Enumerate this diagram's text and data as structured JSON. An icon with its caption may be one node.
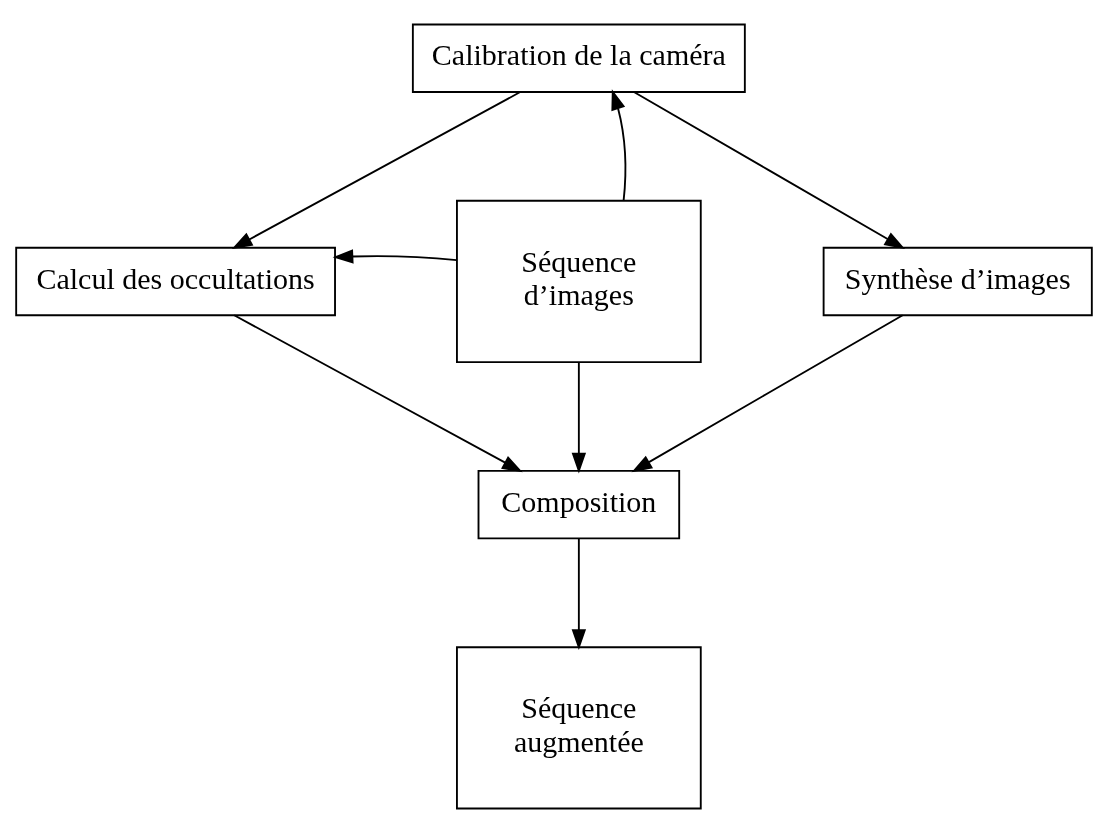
{
  "diagram": {
    "nodes": [
      {
        "text": [
          "Calibration de la caméra"
        ]
      },
      {
        "text": [
          "Calcul des occultations"
        ]
      },
      {
        "text": [
          "Séquence d’images"
        ]
      },
      {
        "text": [
          "Synthèse d’images"
        ]
      },
      {
        "text": [
          "Composition"
        ]
      },
      {
        "text": [
          "Séquence augmentée"
        ]
      }
    ],
    "edges": [
      {
        "from": 0,
        "to": 1,
        "arrow": "to"
      },
      {
        "from": 0,
        "to": 3,
        "arrow": "to"
      },
      {
        "from": 2,
        "to": 0,
        "arrow": "to"
      },
      {
        "from": 2,
        "to": 1,
        "arrow": "to"
      },
      {
        "from": 1,
        "to": 4,
        "arrow": "to"
      },
      {
        "from": 2,
        "to": 4,
        "arrow": "to"
      },
      {
        "from": 3,
        "to": 4,
        "arrow": "to"
      },
      {
        "from": 4,
        "to": 5,
        "arrow": "to"
      }
    ]
  }
}
